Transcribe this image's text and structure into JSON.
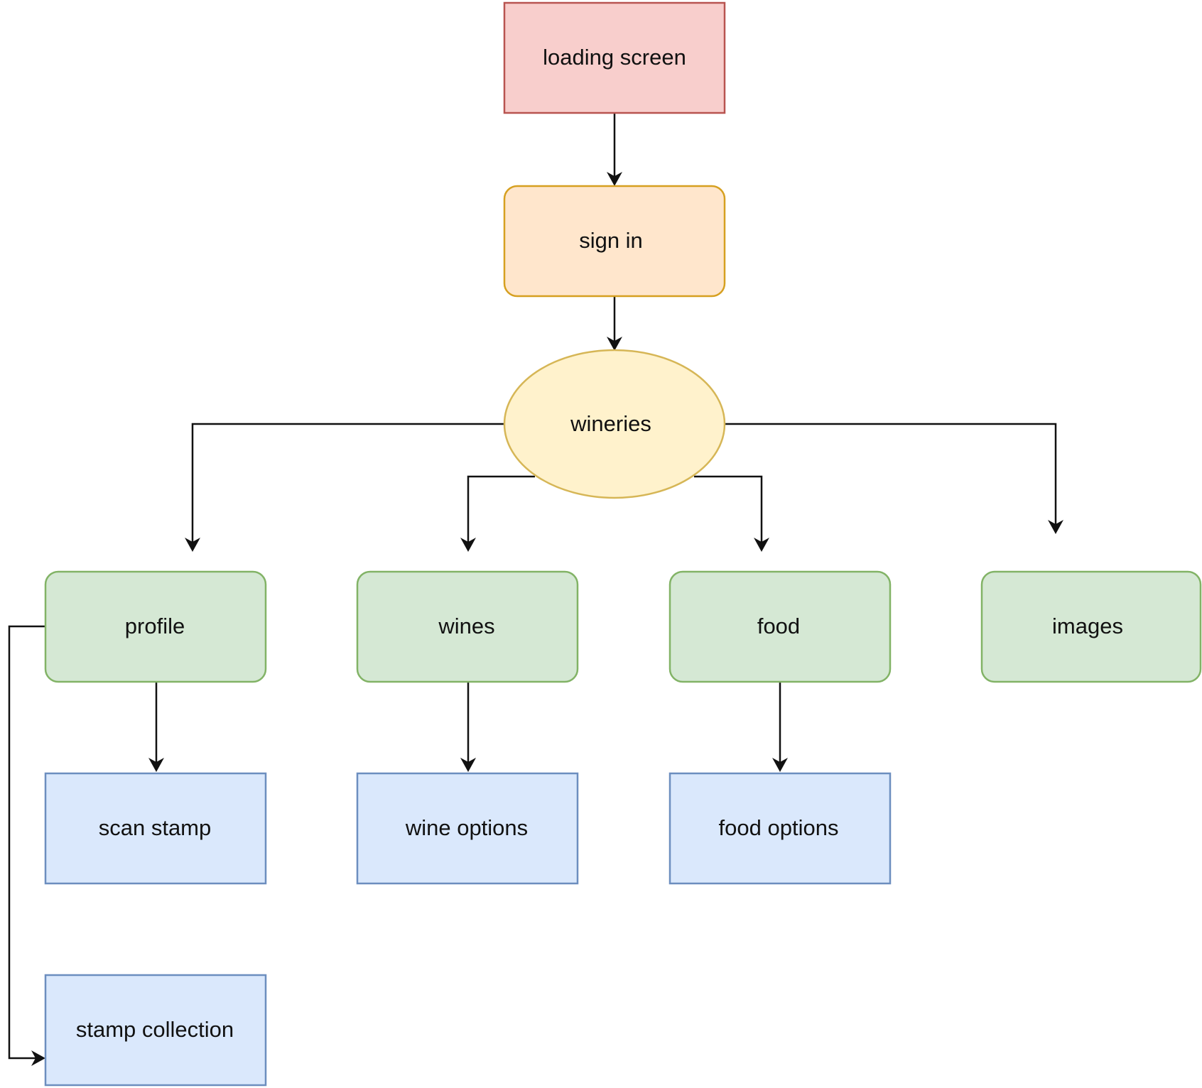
{
  "nodes": {
    "loading_screen": {
      "label": "loading screen",
      "fill": "#f8cecc",
      "stroke": "#b85450"
    },
    "sign_in": {
      "label": "sign in",
      "fill": "#ffe6cc",
      "stroke": "#d6a020"
    },
    "wineries": {
      "label": "wineries",
      "fill": "#fff2cc",
      "stroke": "#d6b656"
    },
    "profile": {
      "label": "profile",
      "fill": "#d5e8d4",
      "stroke": "#82b366"
    },
    "wines": {
      "label": "wines",
      "fill": "#d5e8d4",
      "stroke": "#82b366"
    },
    "food": {
      "label": "food",
      "fill": "#d5e8d4",
      "stroke": "#82b366"
    },
    "images": {
      "label": "images",
      "fill": "#d5e8d4",
      "stroke": "#82b366"
    },
    "scan_stamp": {
      "label": "scan stamp",
      "fill": "#dae8fc",
      "stroke": "#6c8ebf"
    },
    "wine_options": {
      "label": "wine options",
      "fill": "#dae8fc",
      "stroke": "#6c8ebf"
    },
    "food_options": {
      "label": "food options",
      "fill": "#dae8fc",
      "stroke": "#6c8ebf"
    },
    "stamp_collection": {
      "label": "stamp collection",
      "fill": "#dae8fc",
      "stroke": "#6c8ebf"
    }
  },
  "edges": [
    {
      "from": "loading_screen",
      "to": "sign_in"
    },
    {
      "from": "sign_in",
      "to": "wineries"
    },
    {
      "from": "wineries",
      "to": "profile"
    },
    {
      "from": "wineries",
      "to": "wines"
    },
    {
      "from": "wineries",
      "to": "food"
    },
    {
      "from": "wineries",
      "to": "images"
    },
    {
      "from": "profile",
      "to": "scan_stamp"
    },
    {
      "from": "wines",
      "to": "wine_options"
    },
    {
      "from": "food",
      "to": "food_options"
    },
    {
      "from": "profile",
      "to": "stamp_collection"
    }
  ]
}
